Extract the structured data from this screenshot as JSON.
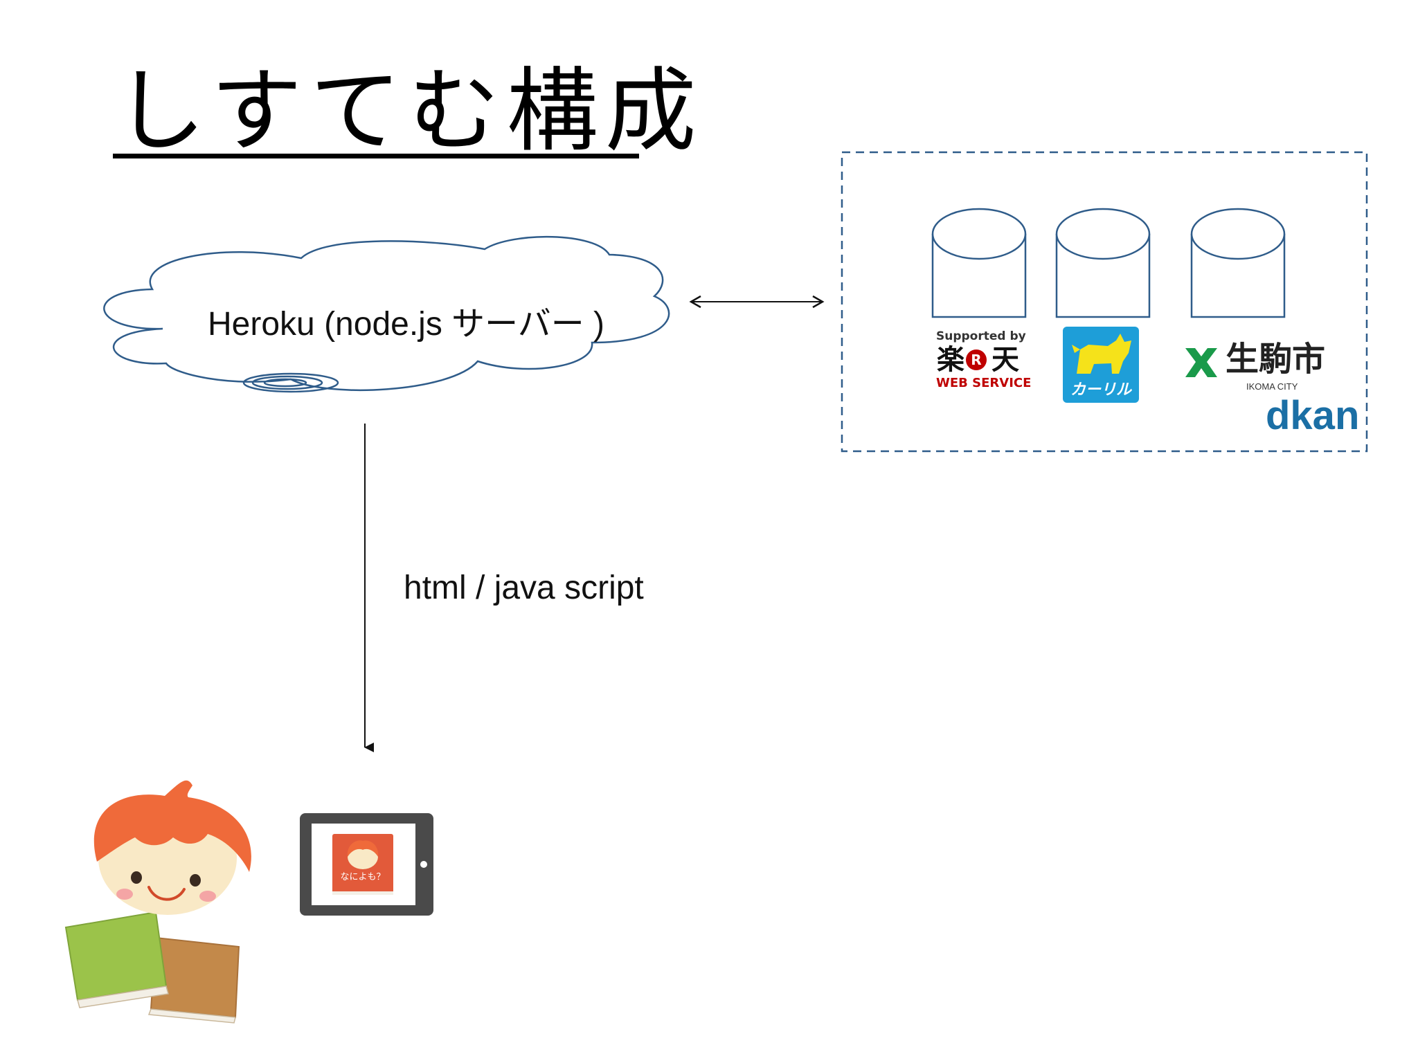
{
  "title": "しすてむ構成",
  "cloud": {
    "label": "Heroku (node.js サーバー )"
  },
  "flow": {
    "label": "html / java script"
  },
  "logos": {
    "rakuten": {
      "supported_by": "Supported by",
      "kanji_left": "楽",
      "r_mark": "R",
      "kanji_right": "天",
      "web_service": "WEB SERVICE"
    },
    "calil": {
      "text": "カーリル"
    },
    "ikoma": {
      "kanji": "生駒市",
      "city": "IKOMA CITY"
    },
    "dkan": {
      "text": "dkan"
    }
  },
  "tablet": {
    "screen_text": "なによも？"
  },
  "colors": {
    "line_blue": "#2f5c8a",
    "calil_blue": "#1e9ed8",
    "rakuten_red": "#bf0000",
    "dkan_blue": "#1b6fa5",
    "ikoma_green": "#1a9a4a"
  }
}
